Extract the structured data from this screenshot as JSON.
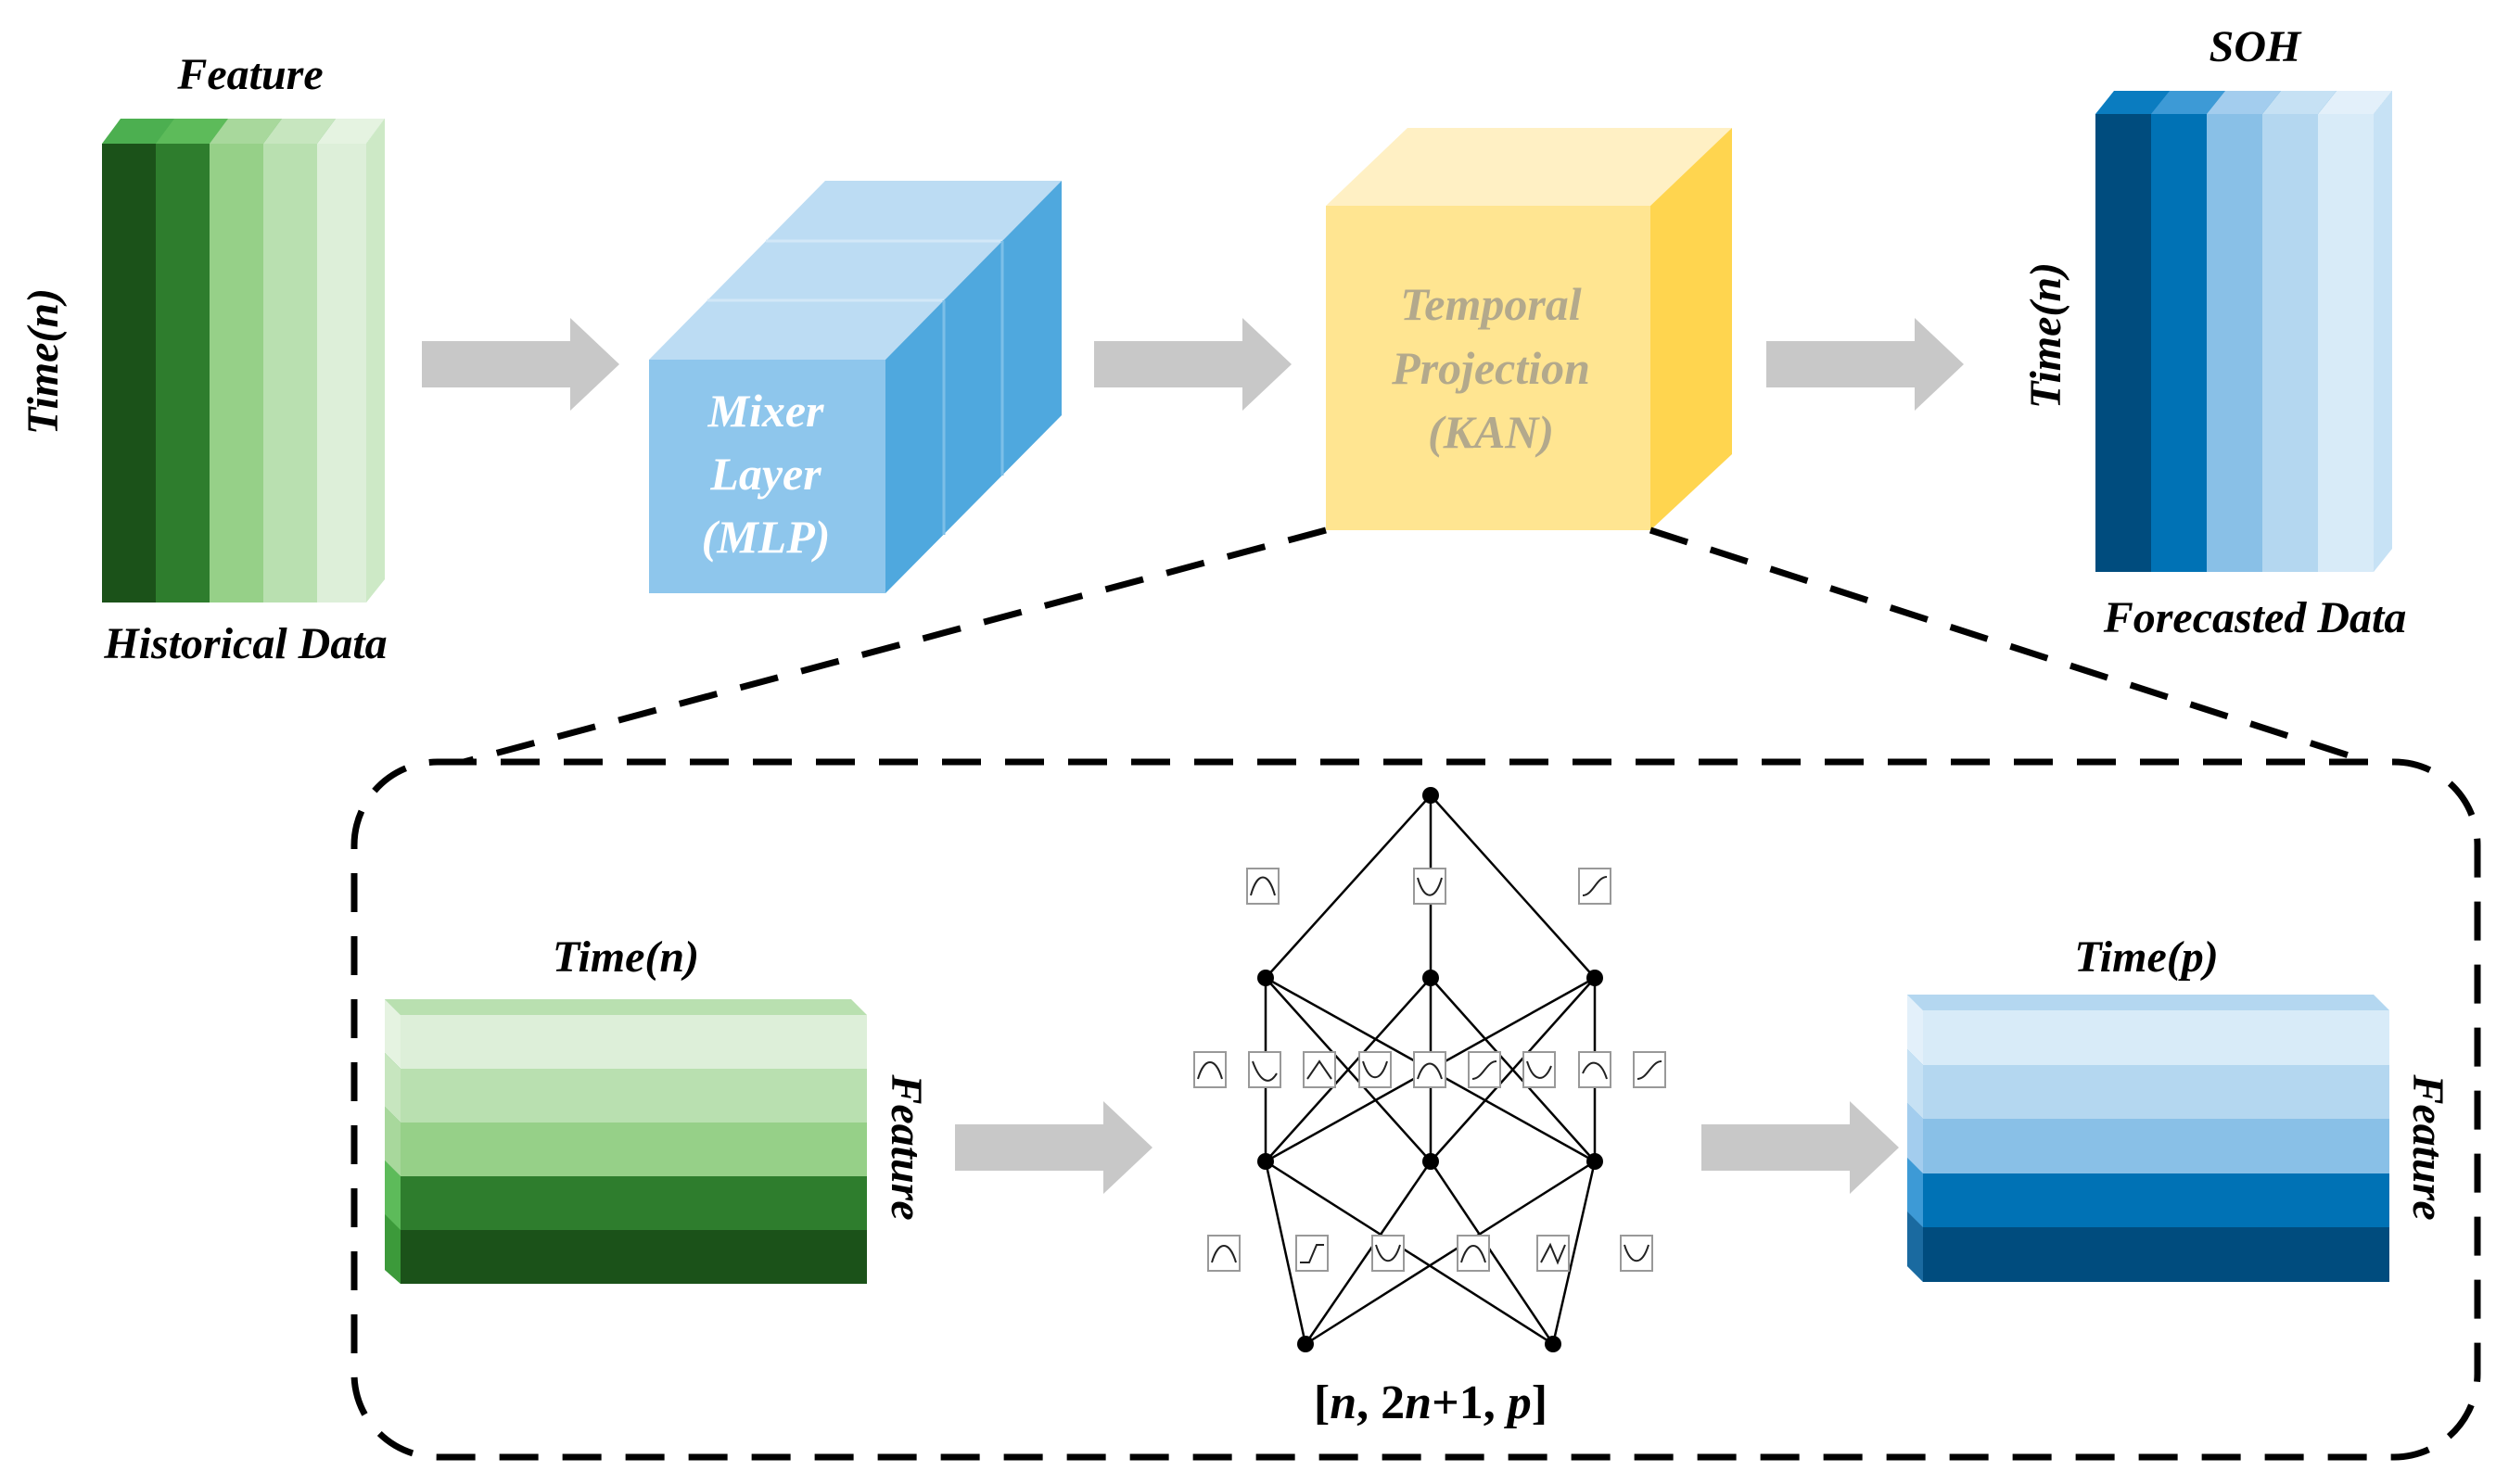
{
  "top": {
    "historical": {
      "top_label": "Feature",
      "side_label": "Time(n)",
      "bottom_label": "Historical Data"
    },
    "mixer": {
      "lines": [
        "Mixer",
        "Layer",
        "(MLP)"
      ]
    },
    "projection": {
      "lines": [
        "Temporal",
        "Projection",
        "(KAN)"
      ]
    },
    "forecast": {
      "top_label": "SOH",
      "side_label": "Time(n)",
      "bottom_label": "Forecasted Data"
    }
  },
  "detail": {
    "input": {
      "top_label": "Time(n)",
      "side_label": "Feature"
    },
    "output": {
      "top_label": "Time(p)",
      "side_label": "Feature"
    },
    "network": {
      "layers": [
        1,
        3,
        3,
        2
      ],
      "shape": {
        "open": "[",
        "n1": "n",
        "sep1": ", 2",
        "n2": "n",
        "plus": "+1, ",
        "p": "p",
        "close": "]"
      }
    }
  },
  "colors": {
    "green": [
      "#1b5219",
      "#2e7d2d",
      "#96d088",
      "#b9e0b0",
      "#ddefd9"
    ],
    "blue": [
      "#004c7e",
      "#0072b5",
      "#89c0e7",
      "#b4d7f0",
      "#d8ebf8"
    ],
    "mixer_front": "#8ec6ec",
    "mixer_top": "#bcdcf3",
    "mixer_side": "#4fa8de",
    "kan_front": "#ffe591",
    "kan_top": "#fff0c4",
    "kan_side": "#ffd54f",
    "arrow": "#c8c8c8"
  }
}
